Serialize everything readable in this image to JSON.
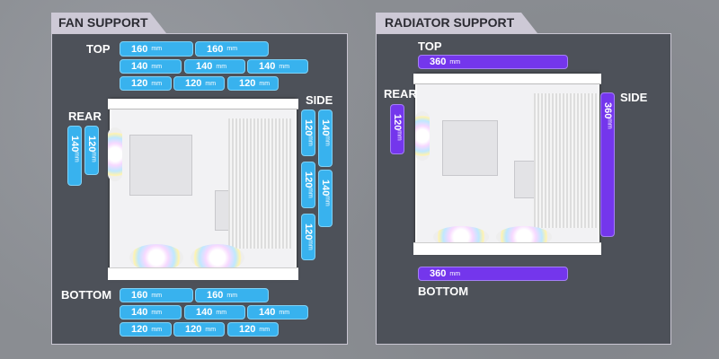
{
  "colors": {
    "fan_pill": "#38b2ee",
    "radiator_pill": "#7436ec",
    "panel": "#4d5159"
  },
  "fan_support": {
    "title": "FAN SUPPORT",
    "top_label": "TOP",
    "rear_label": "REAR",
    "side_label": "SIDE",
    "bottom_label": "BOTTOM",
    "unit": "mm",
    "top": [
      [
        "160",
        "160"
      ],
      [
        "140",
        "140",
        "140"
      ],
      [
        "120",
        "120",
        "120"
      ]
    ],
    "rear": [
      "140",
      "120"
    ],
    "side_left": [
      "120",
      "120",
      "120"
    ],
    "side_right": [
      "140",
      "140"
    ],
    "bottom": [
      [
        "160",
        "160"
      ],
      [
        "140",
        "140",
        "140"
      ],
      [
        "120",
        "120",
        "120"
      ]
    ]
  },
  "radiator_support": {
    "title": "RADIATOR SUPPORT",
    "top_label": "TOP",
    "rear_label": "REAR",
    "side_label": "SIDE",
    "bottom_label": "BOTTOM",
    "unit": "mm",
    "top": "360",
    "rear": "120",
    "side": "360",
    "bottom": "360"
  }
}
